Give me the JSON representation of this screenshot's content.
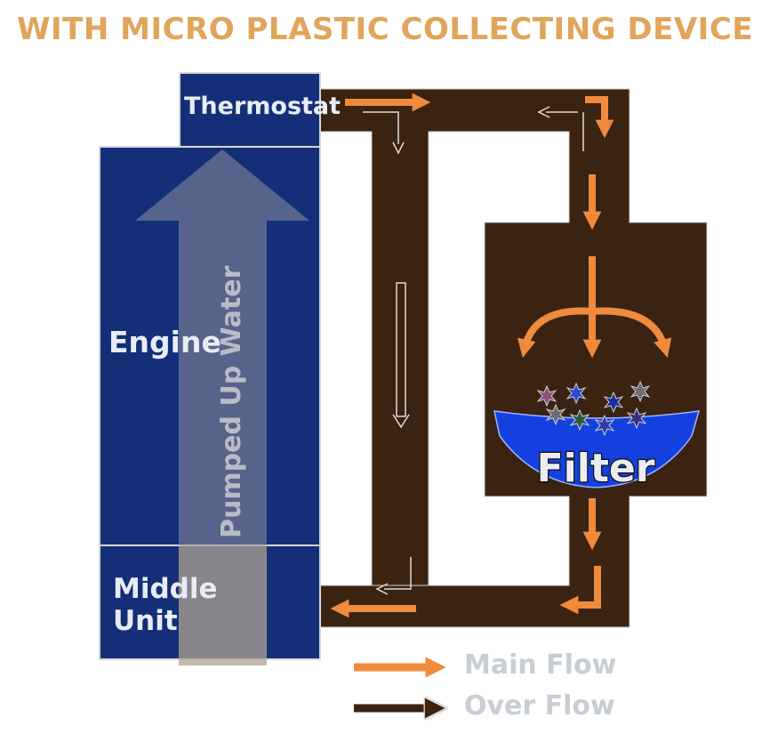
{
  "title": "WITH MICRO PLASTIC COLLECTING DEVICE",
  "labels": {
    "thermostat": "Thermostat",
    "engine": "Engine",
    "middle_unit_line1": "Middle",
    "middle_unit_line2": "Unit",
    "pumped": "Pumped Up Water",
    "filter": "Filter"
  },
  "legend": [
    {
      "label": "Main Flow",
      "color": "#f08a3c"
    },
    {
      "label": "Over Flow",
      "color": "#3a2311"
    }
  ],
  "colors": {
    "engine_blue": "#142f78",
    "pipe_brown": "#3a2311",
    "main_flow": "#f08a3c",
    "filter_blue": "#1440e0",
    "title": "#e0a55a"
  }
}
